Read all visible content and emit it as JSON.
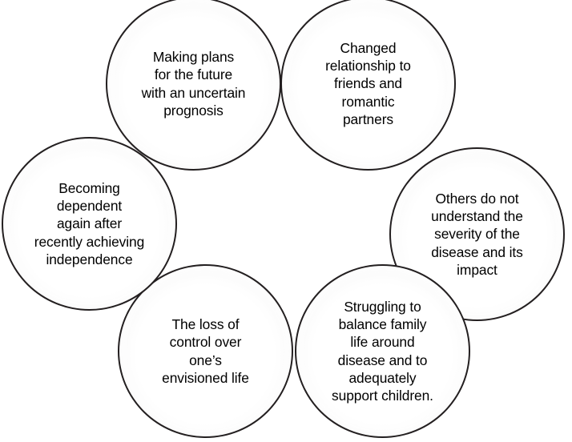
{
  "diagram": {
    "type": "circle-cluster",
    "layout": "hexagonal-ring",
    "background_color": "#ffffff",
    "circle_border_color": "#231f20",
    "circle_fill_color": "#ffffff",
    "text_color": "#000000",
    "circle_count": 6,
    "circles": [
      {
        "id": "top-left",
        "position": "top-left",
        "text": "Making plans\nfor the future\nwith an uncertain\nprognosis"
      },
      {
        "id": "top-right",
        "position": "top-right",
        "text": "Changed\nrelationship to\nfriends and\nromantic\npartners"
      },
      {
        "id": "right",
        "position": "right",
        "text": "Others do not\nunderstand the\nseverity of the\ndisease and its\nimpact"
      },
      {
        "id": "bottom-right",
        "position": "bottom-right",
        "text": "Struggling to\nbalance family\nlife around\ndisease and to\nadequately\nsupport children."
      },
      {
        "id": "bottom-left",
        "position": "bottom-left",
        "text": "The loss of\ncontrol over\none’s\nenvisioned life"
      },
      {
        "id": "left",
        "position": "left",
        "text": "Becoming\ndependent\nagain after\nrecently achieving\nindependence"
      }
    ]
  }
}
